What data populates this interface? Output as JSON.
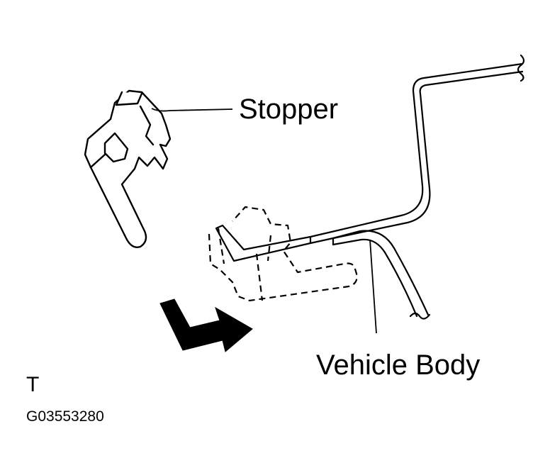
{
  "labels": {
    "stopper": "Stopper",
    "vehicle_body": "Vehicle Body",
    "view_marker": "T",
    "figure_code": "G03553280"
  },
  "colors": {
    "ink": "#000000",
    "paper": "#ffffff"
  },
  "icons": {
    "direction_arrow": "bent-arrow-icon"
  }
}
